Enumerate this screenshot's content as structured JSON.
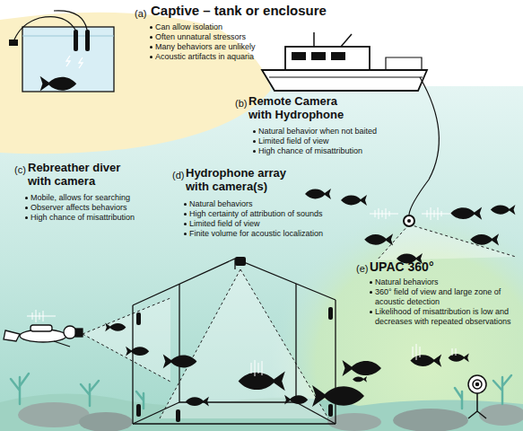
{
  "diagram": {
    "labels": [
      "(a)",
      "Captive – tank or enclosure",
      "Can allow isolation",
      "Often unnatural stressors",
      "Many behaviors are unlikely",
      "Acoustic artifacts in aquaria",
      "(b)",
      "Remote Camera with Hydrophone",
      "Natural behavior when not baited",
      "Limited field of view",
      "High chance of misattribution",
      "(c)",
      "Rebreather diver with camera",
      "Mobile, allows for searching",
      "Observer affects behaviors",
      "High chance of misattribution",
      "(d)",
      "Hydrophone array with camera(s)",
      "Natural behaviors",
      "High certainty of attribution of sounds",
      "Limited field of view",
      "Finite volume for acoustic localization",
      "(e)",
      "UPAC 360°",
      "Natural behaviors",
      "360° field of view and large zone of acoustic detection",
      "Likelihood of misattribution is low and decreases with repeated observations"
    ]
  }
}
